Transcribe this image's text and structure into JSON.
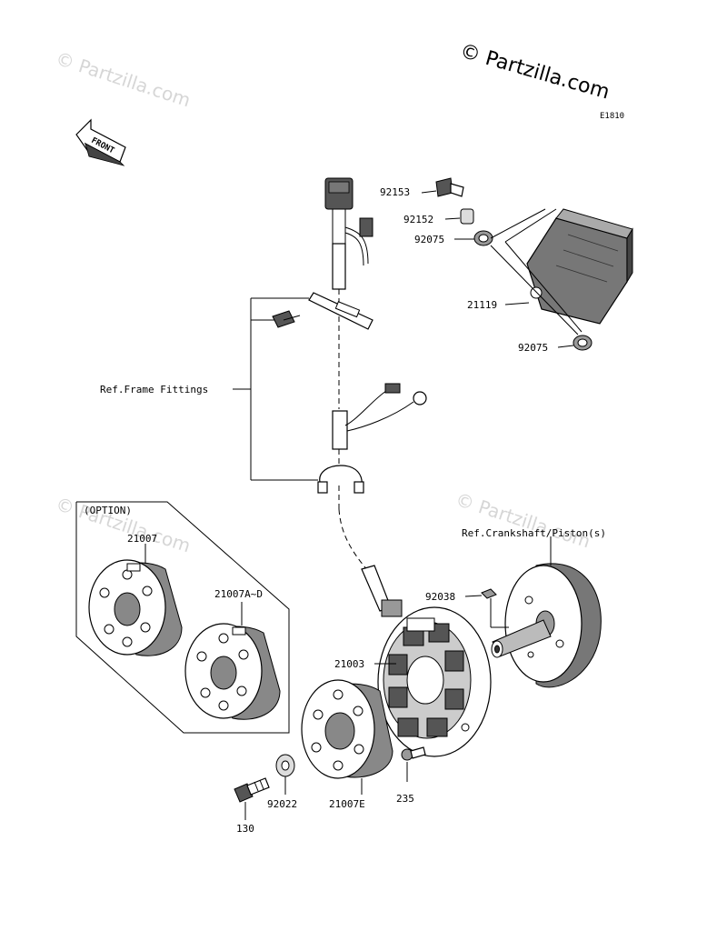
{
  "watermark": {
    "text": "© Partzilla.com",
    "copyright": "© Partzilla.com",
    "code": "E1810"
  },
  "front_arrow": {
    "label": "FRONT"
  },
  "labels": {
    "p92153": "92153",
    "p92152": "92152",
    "p92075a": "92075",
    "p21119": "21119",
    "p92075b": "92075",
    "ref_frame": "Ref.Frame Fittings",
    "option": "(OPTION)",
    "p21007": "21007",
    "p21007a": "21007A~D",
    "ref_crank": "Ref.Crankshaft/Piston(s)",
    "p92038": "92038",
    "p21003": "21003",
    "p130": "130",
    "p92022": "92022",
    "p21007e": "21007E",
    "p235": "235"
  }
}
